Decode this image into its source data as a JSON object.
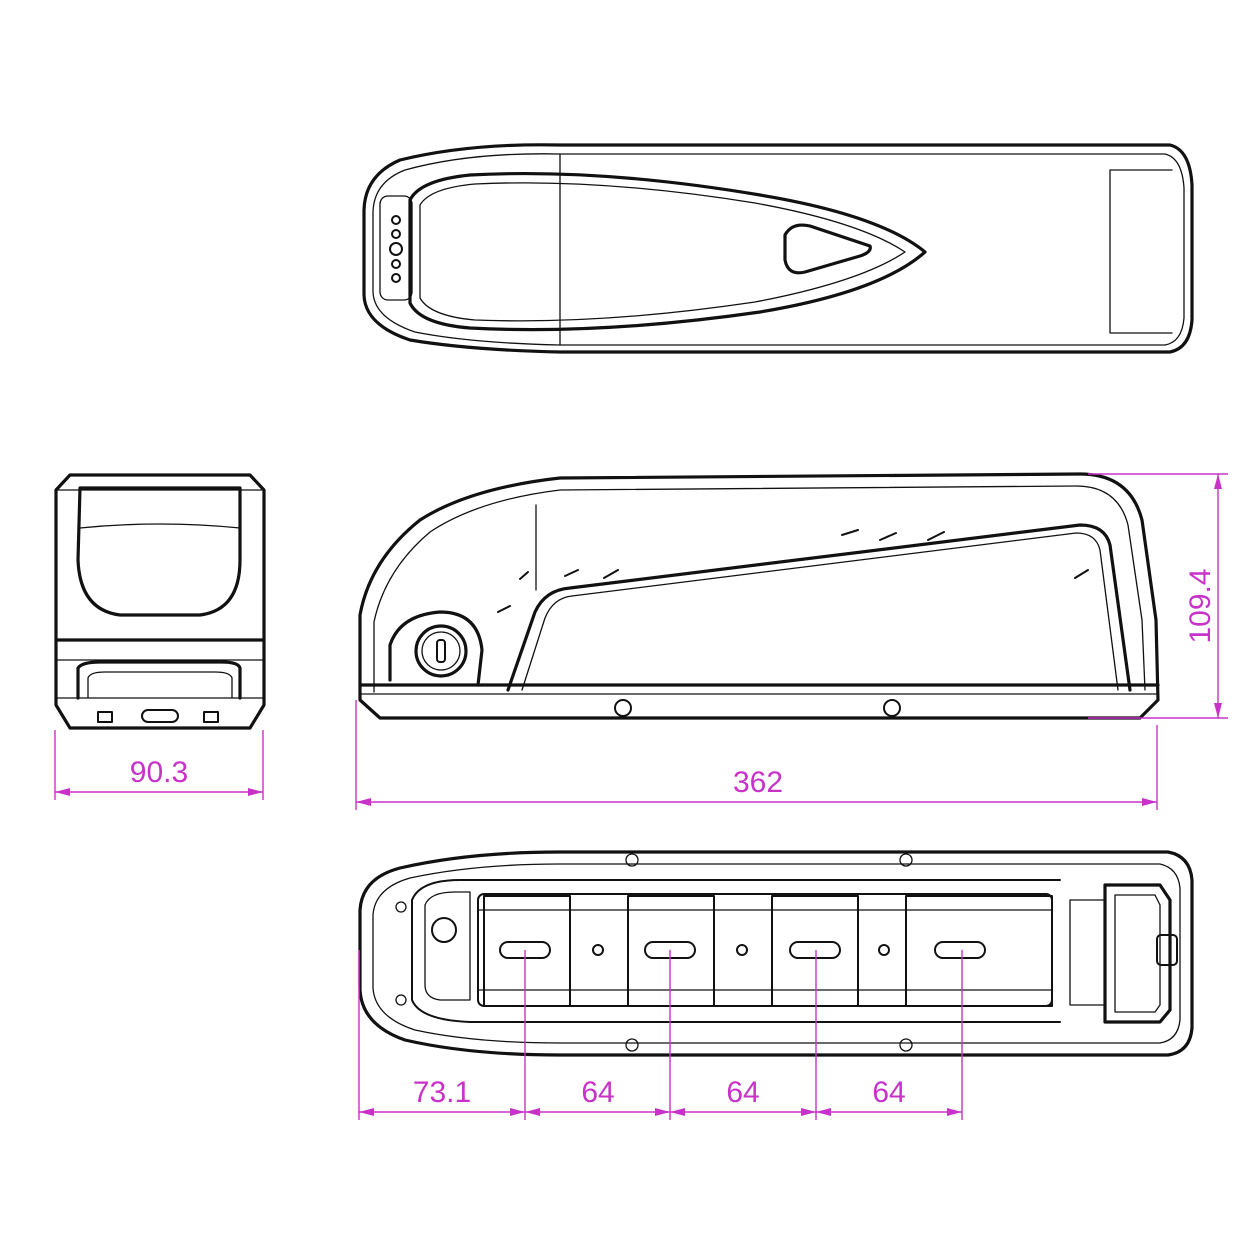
{
  "dimensions": {
    "width_end_view": "90.3",
    "overall_length": "362",
    "overall_height": "109.4",
    "first_cell_offset": "73.1",
    "cell_pitch_1": "64",
    "cell_pitch_2": "64",
    "cell_pitch_3": "64"
  },
  "colors": {
    "line": "#111111",
    "dimension": "#c832c8",
    "background": "#ffffff"
  }
}
